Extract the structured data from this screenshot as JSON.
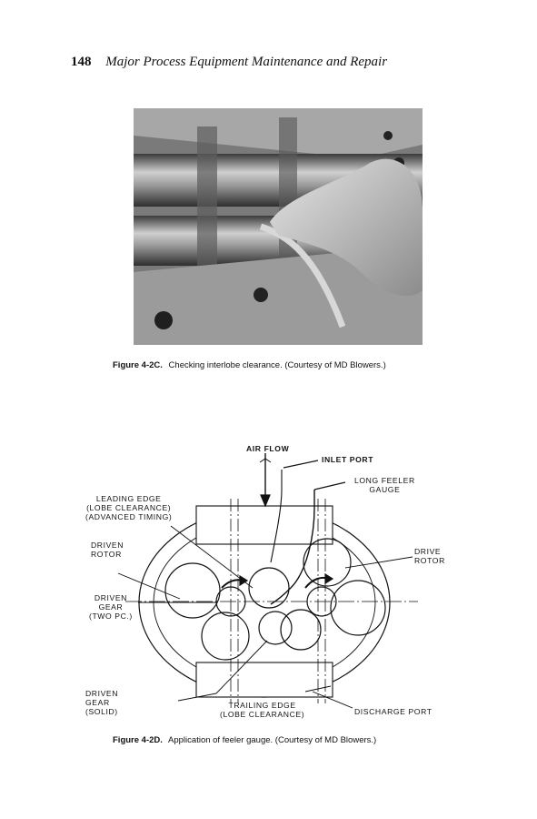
{
  "header": {
    "page_number": "148",
    "running_title": "Major Process Equipment Maintenance and Repair"
  },
  "figure_c": {
    "label": "Figure 4-2C.",
    "caption": "Checking interlobe clearance. (Courtesy of MD Blowers.)"
  },
  "figure_d": {
    "label": "Figure 4-2D.",
    "caption": "Application of feeler gauge. (Courtesy of MD Blowers.)",
    "labels": {
      "air_flow": "AIR FLOW",
      "inlet_port": "INLET PORT",
      "long_feeler_gauge": "LONG FEELER\nGAUGE",
      "leading_edge": "LEADING EDGE\n(LOBE CLEARANCE)\n(ADVANCED TIMING)",
      "driven_rotor": "DRIVEN\nROTOR",
      "drive_rotor": "DRIVE\nROTOR",
      "driven_gear_two": "DRIVEN\nGEAR\n(TWO PC.)",
      "driven_gear_solid": "DRIVEN\nGEAR\n(SOLID)",
      "trailing_edge": "TRAILING EDGE\n(LOBE CLEARANCE)",
      "discharge_port": "DISCHARGE PORT"
    }
  }
}
